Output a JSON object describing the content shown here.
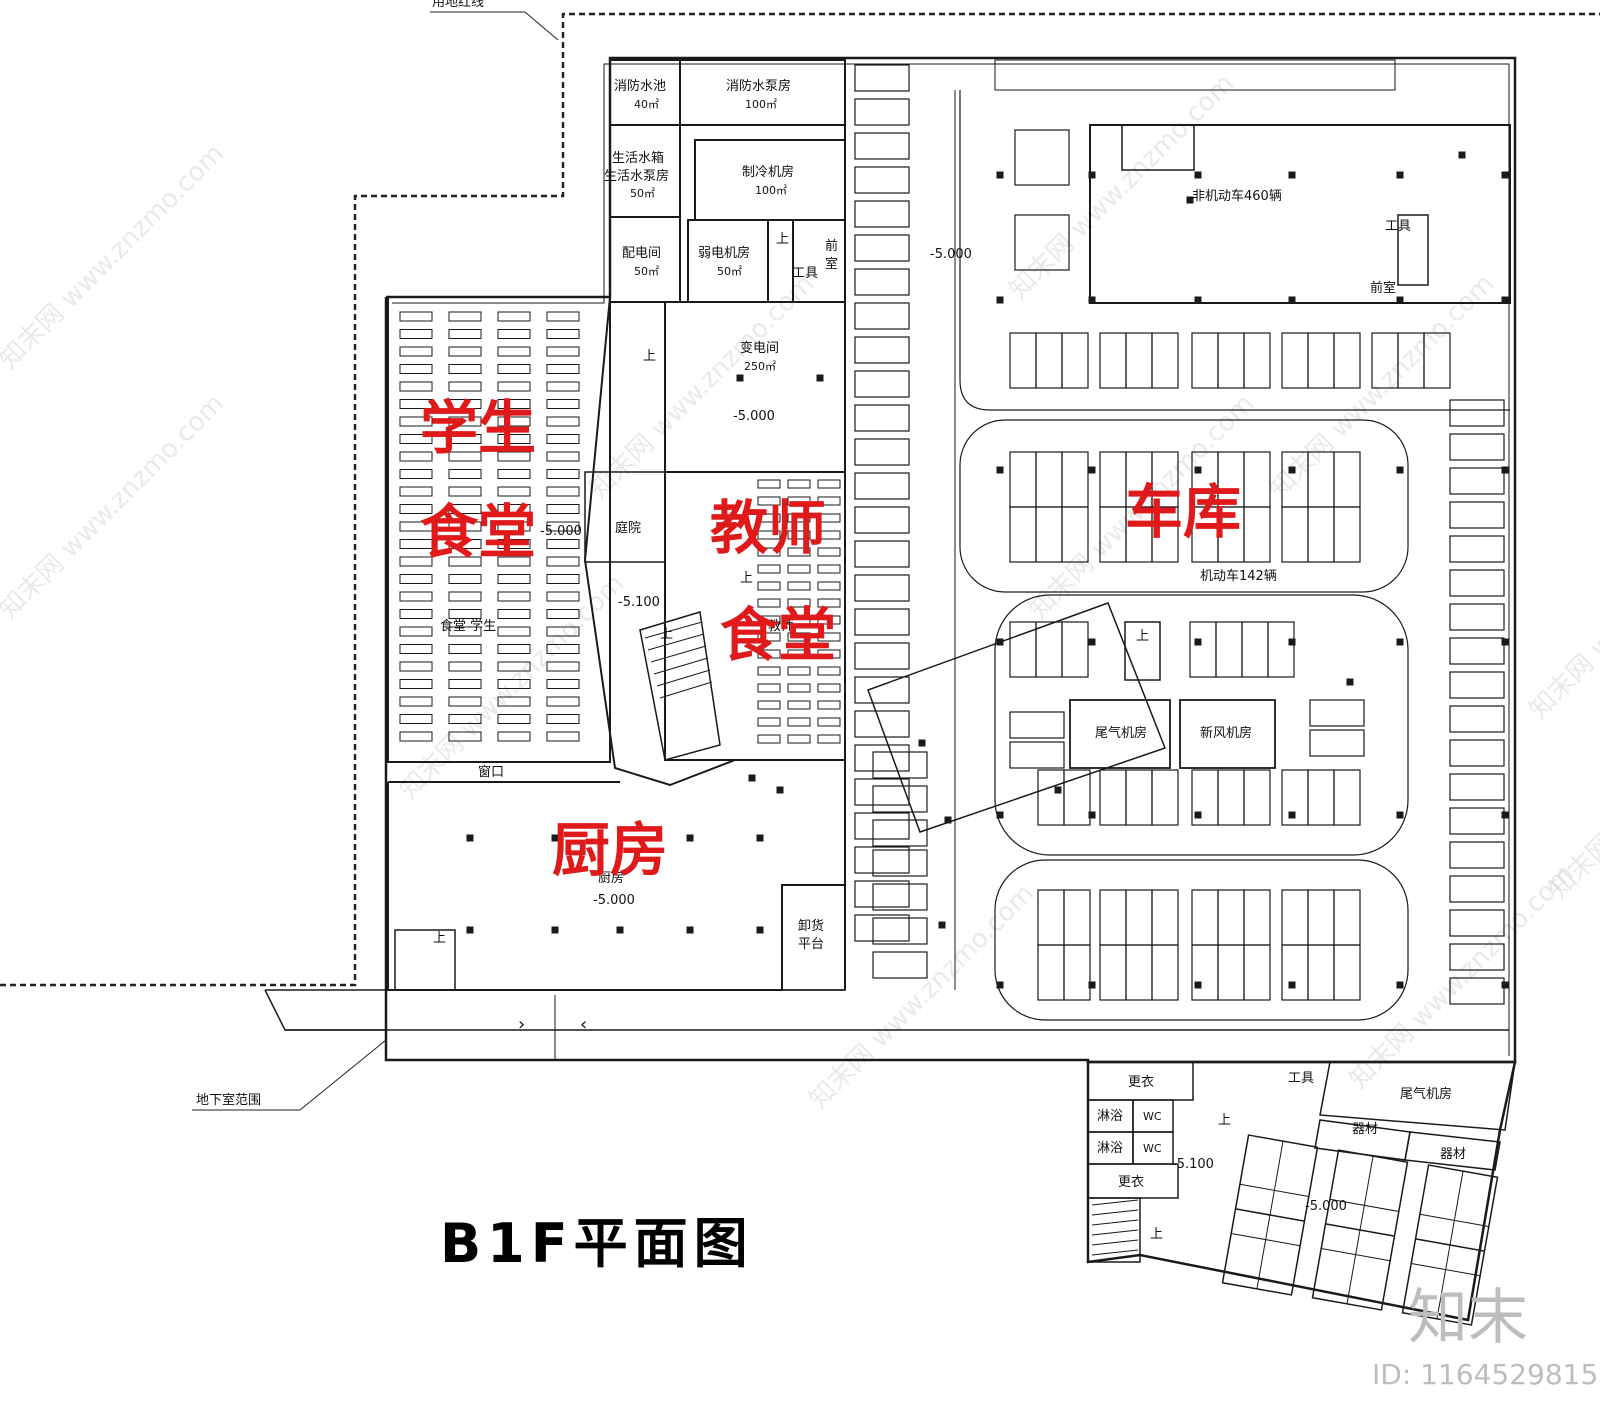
{
  "drawing_title": "B1F平面图",
  "labels": {
    "site_boundary": "用地红线",
    "basement_range": "地下室范围",
    "fire_pool": "消防水池",
    "fire_pool_area": "40㎡",
    "fire_pump": "消防水泵房",
    "fire_pump_area": "100㎡",
    "water_tank_1": "生活水箱",
    "water_tank_2": "生活水泵房",
    "water_tank_area": "50㎡",
    "chiller": "制冷机房",
    "chiller_area": "100㎡",
    "power_room": "配电间",
    "power_area": "50㎡",
    "weak_room": "弱电机房",
    "weak_area": "50㎡",
    "up": "上",
    "tools": "工具",
    "front_1": "前",
    "front_2": "室",
    "front_room": "前室",
    "substation": "变电间",
    "substation_area": "250㎡",
    "elev_5000": "-5.000",
    "elev_5100": "-5.100",
    "courtyard": "庭院",
    "student_hall_small": "食堂 学生",
    "teacher_hall_small": "教师",
    "window": "窗口",
    "kitchen_small": "厨房",
    "unload_1": "卸货",
    "unload_2": "平台",
    "bike_parking": "非机动车460辆",
    "car_parking": "机动车142辆",
    "exhaust_room": "尾气机房",
    "fresh_air_room": "新风机房",
    "changing_1": "更衣",
    "changing_2": "更衣",
    "shower_1": "淋浴",
    "shower_2": "淋浴",
    "wc_1": "WC",
    "wc_2": "WC",
    "tools_2": "工具",
    "exhaust_room_2": "尾气机房",
    "equipment_1": "器材",
    "equipment_2": "器材"
  },
  "big_labels": {
    "student_1": "学生",
    "student_2": "食堂",
    "teacher_1": "教师",
    "teacher_2": "食堂",
    "garage": "车库",
    "kitchen": "厨房"
  },
  "watermark": "知末网 www.znzmo.com",
  "corner_logo": "知末",
  "image_id": "ID: 1164529815",
  "colors": {
    "line": "#1a1a1a",
    "accent_red": "#e0191b",
    "watermark": "#d8d8d8"
  }
}
